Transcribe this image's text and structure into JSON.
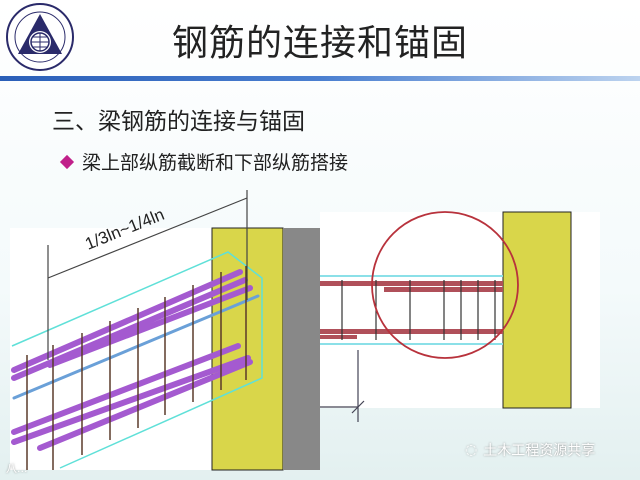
{
  "slide": {
    "title": "钢筋的连接和锚固",
    "logo_name": "university-seal",
    "section_heading": "三、梁钢筋的连接与锚固",
    "bullet": "梁上部纵筋截断和下部纵筋搭接",
    "dimension_label": "1/3ln~1/4ln",
    "colors": {
      "accent_rule": "#2a5fb8",
      "bullet": "#c0208a",
      "rebar": "#a45ad0",
      "column": "#d9d64a",
      "wall": "#888888",
      "highlight_circle": "#b8323c"
    }
  },
  "watermarks": {
    "right": "土木工程资源共享",
    "left": "八..."
  }
}
